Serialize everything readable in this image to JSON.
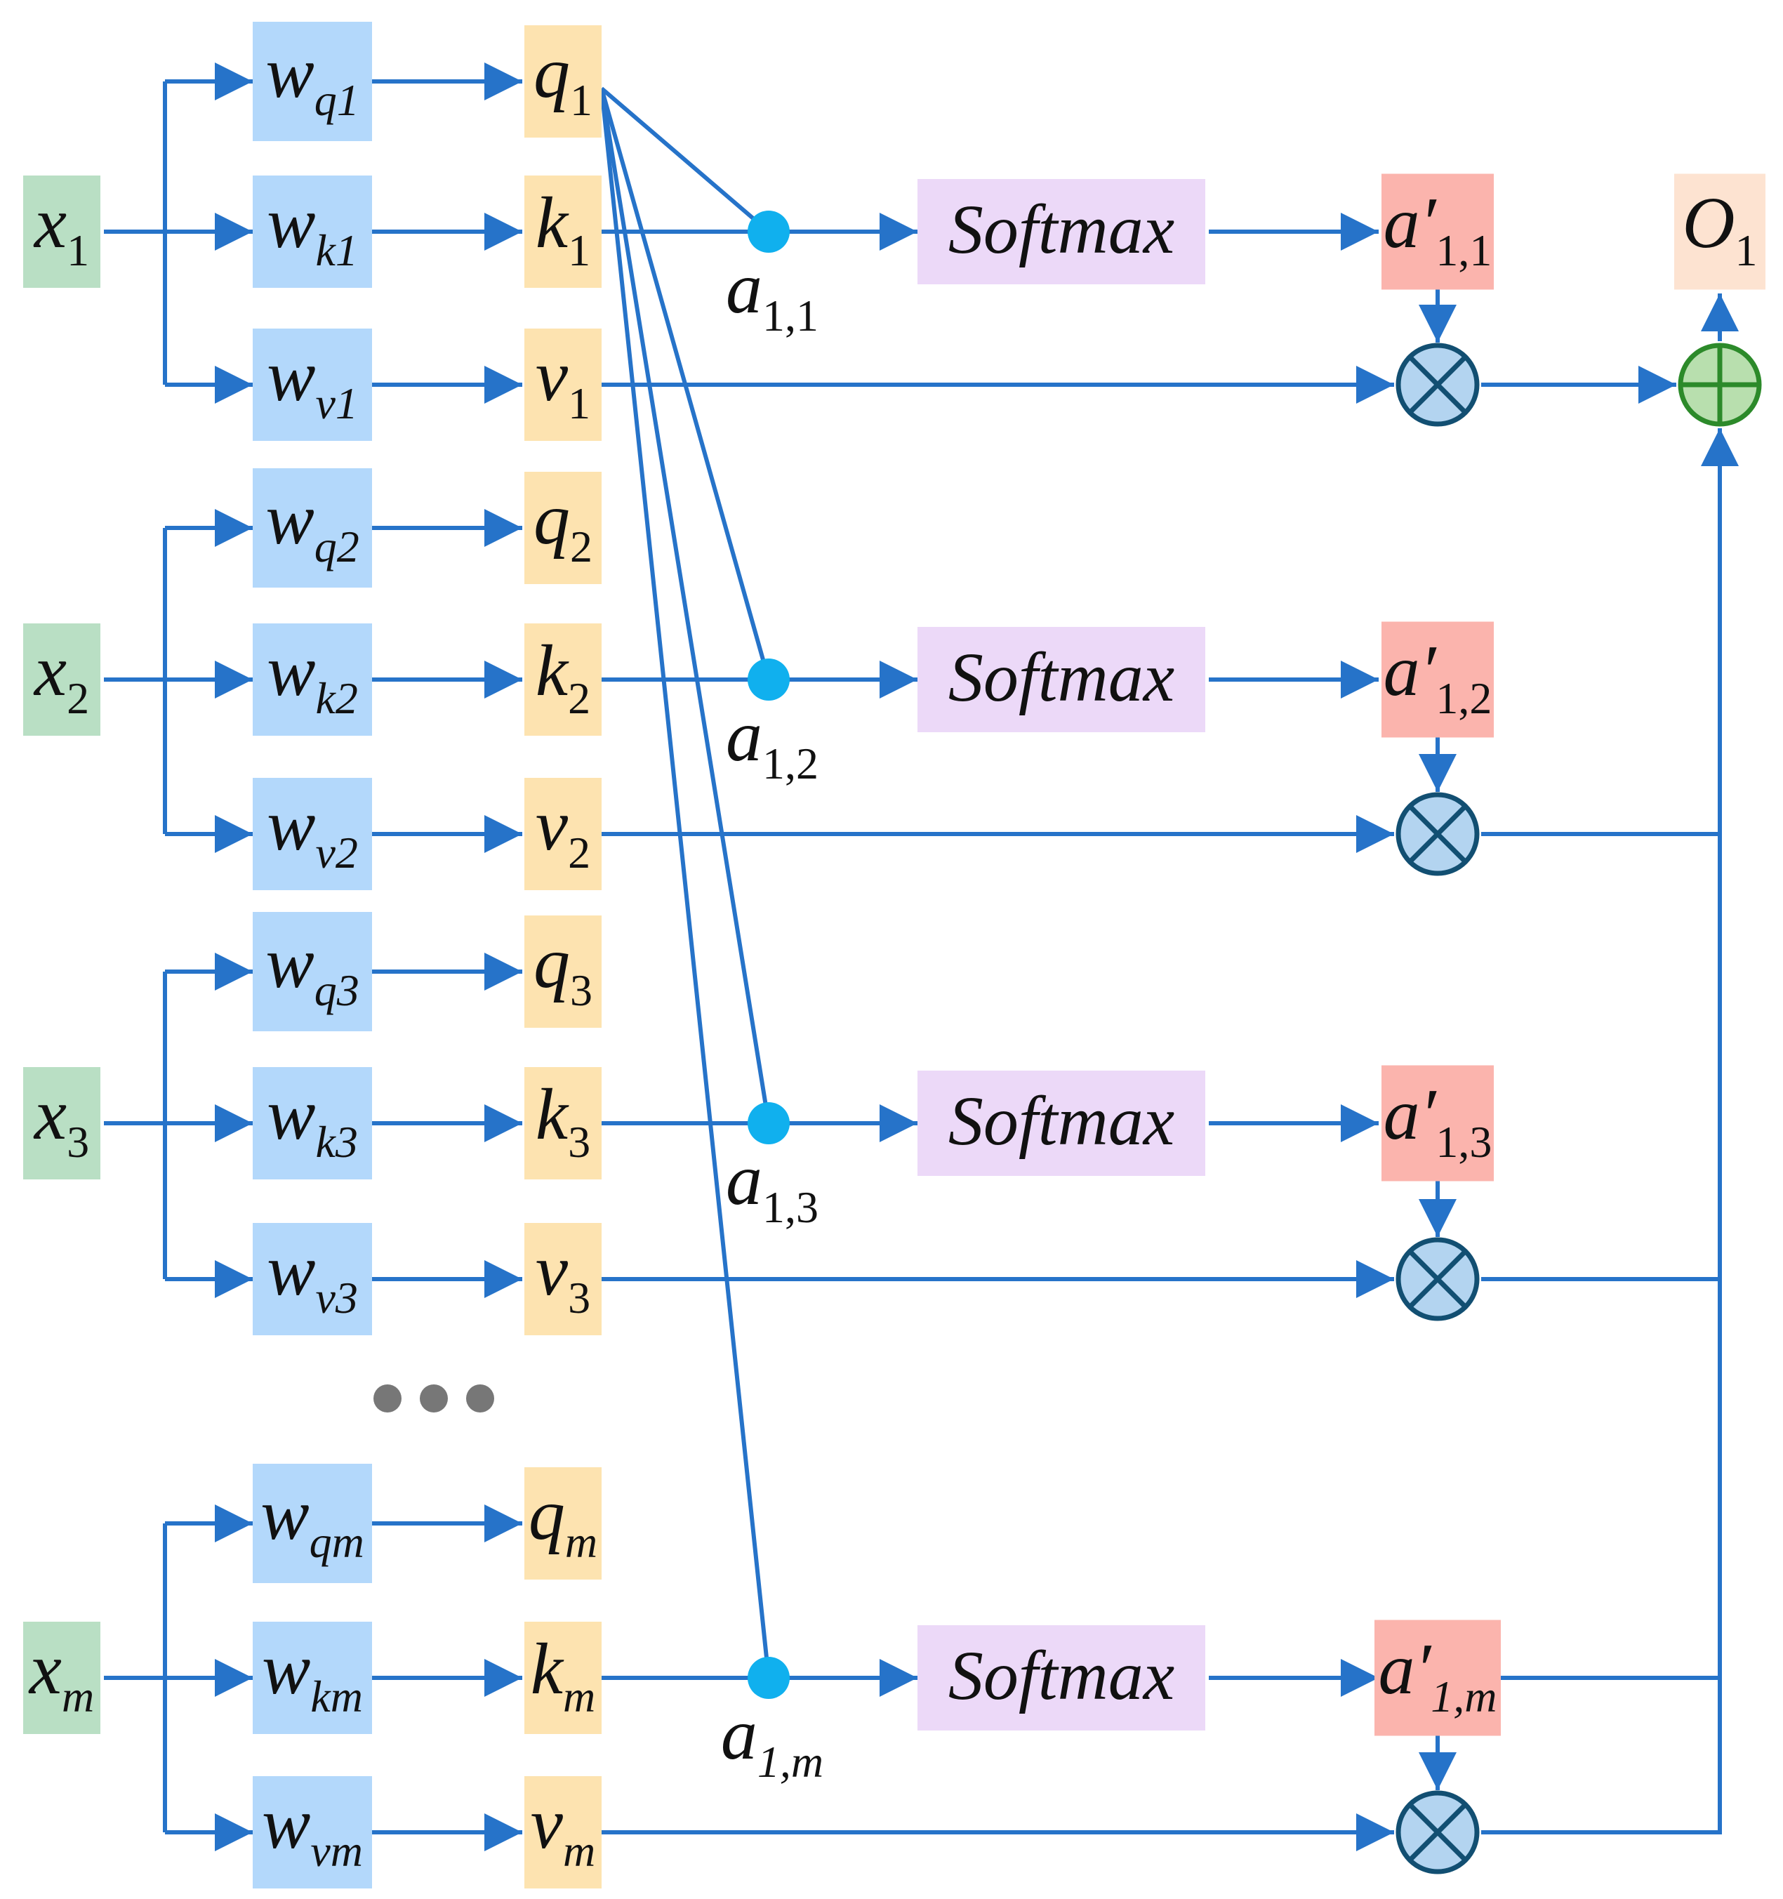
{
  "colors": {
    "line": "#2673c9",
    "input_box": "#b9dfc4",
    "weight_box": "#b3d8fb",
    "qkv_box": "#fde3b0",
    "softmax_box": "#ecd9f8",
    "attn_box": "#fbb4ad",
    "output_box": "#fde3d1",
    "score_dot": "#10b0ee",
    "multiply_fill": "#b3d4f0",
    "multiply_stroke": "#124f72",
    "add_fill": "#b8dfae",
    "add_stroke": "#2c8a2a",
    "ellipsis": "#777777"
  },
  "icons": {
    "multiply": "circle-times-icon",
    "add": "circle-plus-icon",
    "ellipsis": "three-dots-icon"
  },
  "rows": [
    {
      "x": {
        "base": "x",
        "sub": "1"
      },
      "wq": {
        "base": "w",
        "sub": "q1"
      },
      "wk": {
        "base": "w",
        "sub": "k1"
      },
      "wv": {
        "base": "w",
        "sub": "v1"
      },
      "q": {
        "base": "q",
        "sub": "1"
      },
      "k": {
        "base": "k",
        "sub": "1"
      },
      "v": {
        "base": "v",
        "sub": "1"
      },
      "a": {
        "base": "a",
        "sub": "1,1"
      },
      "softmax": "Softmax",
      "ap": {
        "base": "a′",
        "sub": "1,1"
      }
    },
    {
      "x": {
        "base": "x",
        "sub": "2"
      },
      "wq": {
        "base": "w",
        "sub": "q2"
      },
      "wk": {
        "base": "w",
        "sub": "k2"
      },
      "wv": {
        "base": "w",
        "sub": "v2"
      },
      "q": {
        "base": "q",
        "sub": "2"
      },
      "k": {
        "base": "k",
        "sub": "2"
      },
      "v": {
        "base": "v",
        "sub": "2"
      },
      "a": {
        "base": "a",
        "sub": "1,2"
      },
      "softmax": "Softmax",
      "ap": {
        "base": "a′",
        "sub": "1,2"
      }
    },
    {
      "x": {
        "base": "x",
        "sub": "3"
      },
      "wq": {
        "base": "w",
        "sub": "q3"
      },
      "wk": {
        "base": "w",
        "sub": "k3"
      },
      "wv": {
        "base": "w",
        "sub": "v3"
      },
      "q": {
        "base": "q",
        "sub": "3"
      },
      "k": {
        "base": "k",
        "sub": "3"
      },
      "v": {
        "base": "v",
        "sub": "3"
      },
      "a": {
        "base": "a",
        "sub": "1,3"
      },
      "softmax": "Softmax",
      "ap": {
        "base": "a′",
        "sub": "1,3"
      }
    },
    {
      "x": {
        "base": "x",
        "sub": "m"
      },
      "wq": {
        "base": "w",
        "sub": "qm"
      },
      "wk": {
        "base": "w",
        "sub": "km"
      },
      "wv": {
        "base": "w",
        "sub": "vm"
      },
      "q": {
        "base": "q",
        "sub": "m"
      },
      "k": {
        "base": "k",
        "sub": "m"
      },
      "v": {
        "base": "v",
        "sub": "m"
      },
      "a": {
        "base": "a",
        "sub": "1,m"
      },
      "softmax": "Softmax",
      "ap": {
        "base": "a′",
        "sub": "1,m"
      }
    }
  ],
  "output": {
    "base": "O",
    "sub": "1"
  }
}
